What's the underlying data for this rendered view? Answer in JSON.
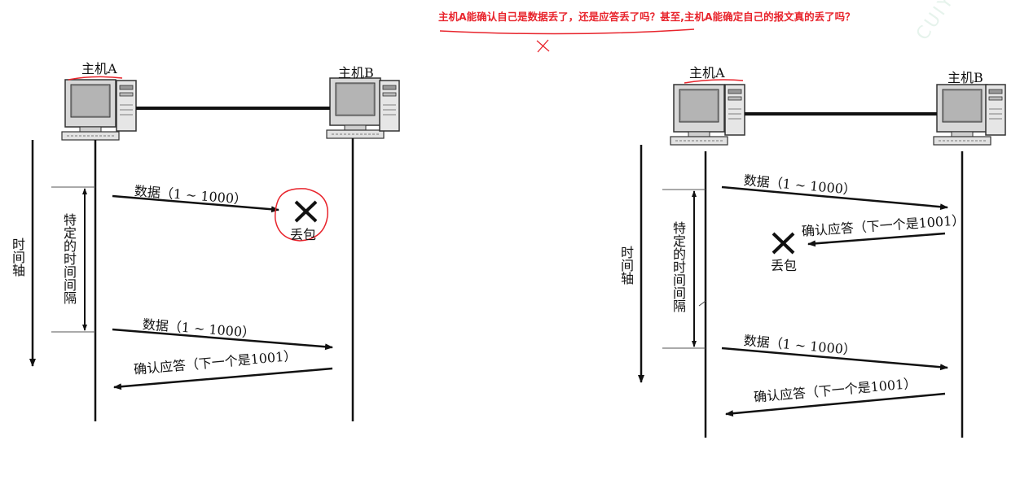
{
  "annotation": {
    "question": "主机A能确认自己是数据丢了，还是应答丢了吗？甚至,主机A能确定自己的报文真的丢了吗？",
    "color": "#e8242c"
  },
  "watermark": "CUIYCYC",
  "diagrams": [
    {
      "host_a": "主机A",
      "host_b": "主机B",
      "time_axis": "时间轴",
      "interval": "特定的时间间隔",
      "messages": [
        {
          "label": "数据（1 ~ 1000）",
          "direction": "A→B",
          "lost": true
        },
        {
          "label": "数据（1 ~ 1000）",
          "direction": "A→B",
          "lost": false
        },
        {
          "label": "确认应答（下一个是1001）",
          "direction": "B→A",
          "lost": false
        }
      ],
      "loss_label": "丢包"
    },
    {
      "host_a": "主机A",
      "host_b": "主机B",
      "time_axis": "时间轴",
      "interval": "特定的时间间隔",
      "messages": [
        {
          "label": "数据（1 ~ 1000）",
          "direction": "A→B",
          "lost": false
        },
        {
          "label": "确认应答（下一个是1001）",
          "direction": "B→A",
          "lost": true
        },
        {
          "label": "数据（1 ~ 1000）",
          "direction": "A→B",
          "lost": false
        },
        {
          "label": "确认应答（下一个是1001）",
          "direction": "B→A",
          "lost": false
        }
      ],
      "loss_label": "丢包"
    }
  ]
}
